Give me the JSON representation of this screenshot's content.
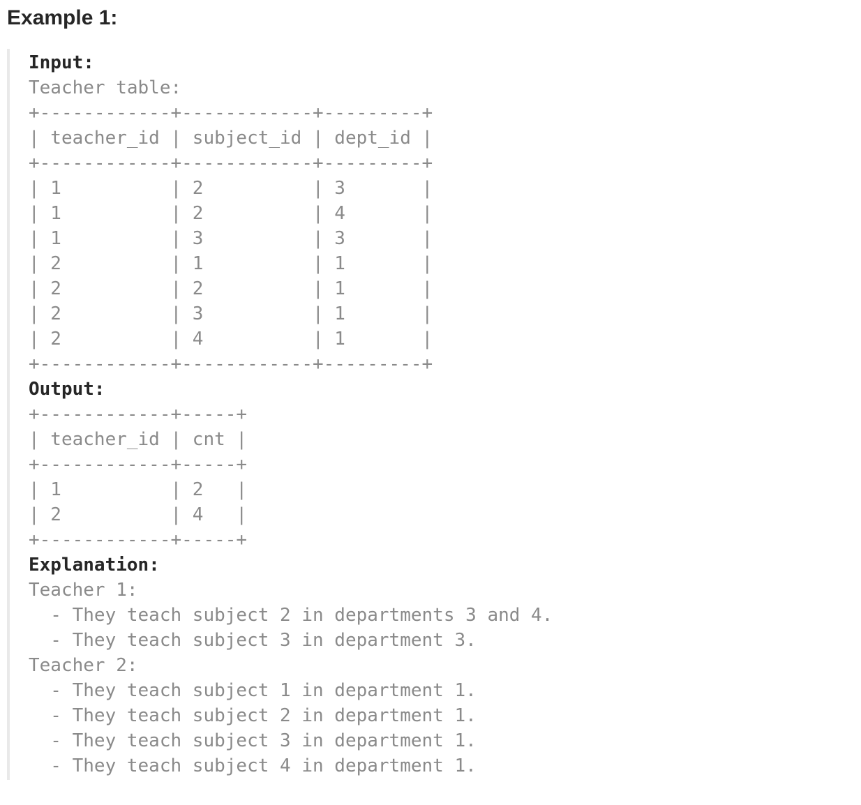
{
  "example": {
    "heading": "Example 1:",
    "sections": [
      {
        "label": "Input:",
        "lines": [
          "Teacher table:",
          "+------------+------------+---------+",
          "| teacher_id | subject_id | dept_id |",
          "+------------+------------+---------+",
          "| 1          | 2          | 3       |",
          "| 1          | 2          | 4       |",
          "| 1          | 3          | 3       |",
          "| 2          | 1          | 1       |",
          "| 2          | 2          | 1       |",
          "| 2          | 3          | 1       |",
          "| 2          | 4          | 1       |",
          "+------------+------------+---------+"
        ]
      },
      {
        "label": "Output:",
        "lines": [
          "+------------+-----+",
          "| teacher_id | cnt |",
          "+------------+-----+",
          "| 1          | 2   |",
          "| 2          | 4   |",
          "+------------+-----+"
        ]
      },
      {
        "label": "Explanation:",
        "lines": [
          "Teacher 1:",
          "  - They teach subject 2 in departments 3 and 4.",
          "  - They teach subject 3 in department 3.",
          "Teacher 2:",
          "  - They teach subject 1 in department 1.",
          "  - They teach subject 2 in department 1.",
          "  - They teach subject 3 in department 1.",
          "  - They teach subject 4 in department 1."
        ]
      }
    ],
    "input_table_name": "Teacher",
    "output_columns": [
      "teacher_id",
      "cnt"
    ],
    "output_rows": [
      [
        "1",
        "2"
      ],
      [
        "2",
        "4"
      ]
    ],
    "input_columns": [
      "teacher_id",
      "subject_id",
      "dept_id"
    ],
    "input_rows": [
      [
        "1",
        "2",
        "3"
      ],
      [
        "1",
        "2",
        "4"
      ],
      [
        "1",
        "3",
        "3"
      ],
      [
        "2",
        "1",
        "1"
      ],
      [
        "2",
        "2",
        "1"
      ],
      [
        "2",
        "3",
        "1"
      ],
      [
        "2",
        "4",
        "1"
      ]
    ]
  },
  "colors": {
    "text_primary": "#262626",
    "text_code": "#8a8a8a",
    "block_border": "#e9e9e9",
    "background": "#ffffff"
  }
}
